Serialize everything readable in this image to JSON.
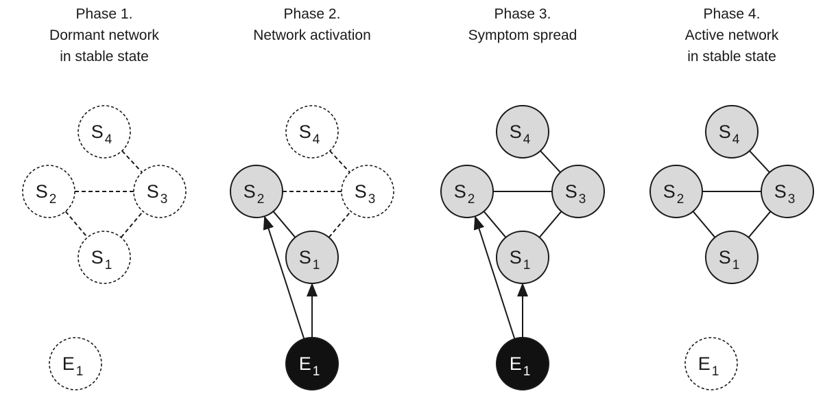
{
  "phases": [
    {
      "title_lines": [
        "Phase 1.",
        "Dormant network",
        "in stable state"
      ],
      "nodes": [
        {
          "name": "S",
          "sub": "4",
          "state": "dormant"
        },
        {
          "name": "S",
          "sub": "2",
          "state": "dormant"
        },
        {
          "name": "S",
          "sub": "3",
          "state": "dormant"
        },
        {
          "name": "S",
          "sub": "1",
          "state": "dormant"
        },
        {
          "name": "E",
          "sub": "1",
          "state": "dormant"
        }
      ],
      "edges": [
        {
          "from": "S4",
          "to": "S3",
          "style": "dashed"
        },
        {
          "from": "S2",
          "to": "S3",
          "style": "dashed"
        },
        {
          "from": "S2",
          "to": "S1",
          "style": "dashed"
        },
        {
          "from": "S1",
          "to": "S3",
          "style": "dashed"
        }
      ]
    },
    {
      "title_lines": [
        "Phase 2.",
        "Network activation"
      ],
      "nodes": [
        {
          "name": "S",
          "sub": "4",
          "state": "dormant"
        },
        {
          "name": "S",
          "sub": "2",
          "state": "active"
        },
        {
          "name": "S",
          "sub": "3",
          "state": "dormant"
        },
        {
          "name": "S",
          "sub": "1",
          "state": "active"
        },
        {
          "name": "E",
          "sub": "1",
          "state": "external"
        }
      ],
      "edges": [
        {
          "from": "S4",
          "to": "S3",
          "style": "dashed"
        },
        {
          "from": "S2",
          "to": "S3",
          "style": "dashed"
        },
        {
          "from": "S2",
          "to": "S1",
          "style": "solid"
        },
        {
          "from": "S1",
          "to": "S3",
          "style": "dashed"
        },
        {
          "from": "E1",
          "to": "S2",
          "style": "arrow"
        },
        {
          "from": "E1",
          "to": "S1",
          "style": "arrow"
        }
      ]
    },
    {
      "title_lines": [
        "Phase 3.",
        "Symptom spread"
      ],
      "nodes": [
        {
          "name": "S",
          "sub": "4",
          "state": "active"
        },
        {
          "name": "S",
          "sub": "2",
          "state": "active"
        },
        {
          "name": "S",
          "sub": "3",
          "state": "active"
        },
        {
          "name": "S",
          "sub": "1",
          "state": "active"
        },
        {
          "name": "E",
          "sub": "1",
          "state": "external"
        }
      ],
      "edges": [
        {
          "from": "S4",
          "to": "S3",
          "style": "solid"
        },
        {
          "from": "S2",
          "to": "S3",
          "style": "solid"
        },
        {
          "from": "S2",
          "to": "S1",
          "style": "solid"
        },
        {
          "from": "S1",
          "to": "S3",
          "style": "solid"
        },
        {
          "from": "E1",
          "to": "S2",
          "style": "arrow"
        },
        {
          "from": "E1",
          "to": "S1",
          "style": "arrow"
        }
      ]
    },
    {
      "title_lines": [
        "Phase 4.",
        "Active network",
        "in stable state"
      ],
      "nodes": [
        {
          "name": "S",
          "sub": "4",
          "state": "active"
        },
        {
          "name": "S",
          "sub": "2",
          "state": "active"
        },
        {
          "name": "S",
          "sub": "3",
          "state": "active"
        },
        {
          "name": "S",
          "sub": "1",
          "state": "active"
        },
        {
          "name": "E",
          "sub": "1",
          "state": "dormant"
        }
      ],
      "edges": [
        {
          "from": "S4",
          "to": "S3",
          "style": "solid"
        },
        {
          "from": "S2",
          "to": "S3",
          "style": "solid"
        },
        {
          "from": "S2",
          "to": "S1",
          "style": "solid"
        },
        {
          "from": "S1",
          "to": "S3",
          "style": "solid"
        }
      ]
    }
  ],
  "colors": {
    "dormant_fill": "#ffffff",
    "active_fill": "#d9d9d9",
    "external_fill": "#111111",
    "stroke": "#1a1a1a",
    "external_text": "#ffffff",
    "text": "#1a1a1a"
  }
}
